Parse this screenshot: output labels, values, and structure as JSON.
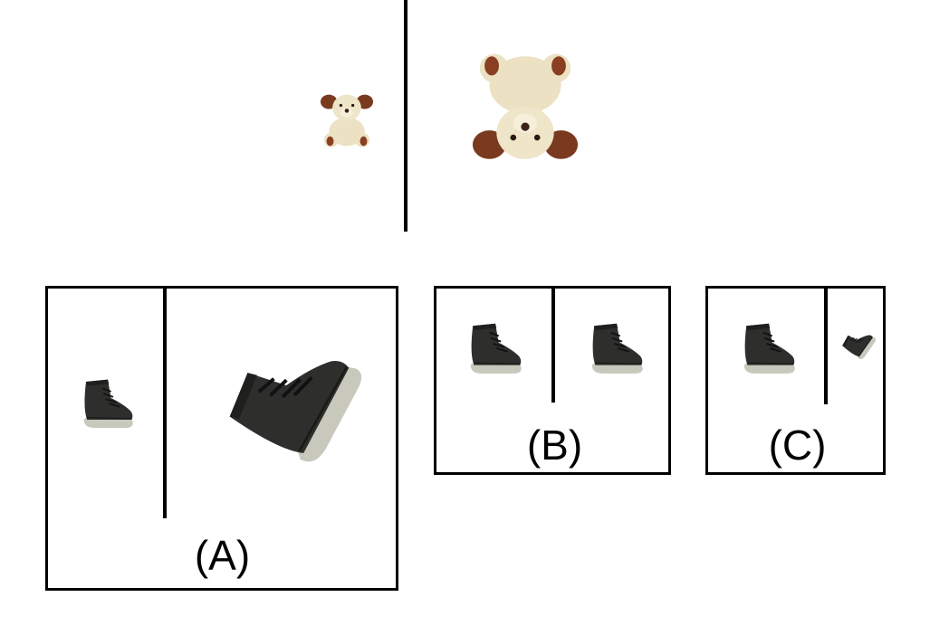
{
  "reference": {
    "left_object": "teddy-bear-upright-small",
    "right_object": "teddy-bear-upside-down-large"
  },
  "options": [
    {
      "label": "(A)",
      "left_object": "boot-small",
      "right_object": "boot-tilted-large"
    },
    {
      "label": "(B)",
      "left_object": "boot",
      "right_object": "boot"
    },
    {
      "label": "(C)",
      "left_object": "boot",
      "right_object": "boot-tiny-rotated"
    }
  ],
  "colors": {
    "bear_fur": "#eee3c6",
    "bear_spot": "#8a3f22",
    "boot_body": "#2e2f2d",
    "boot_sole": "#c8c8bd"
  }
}
